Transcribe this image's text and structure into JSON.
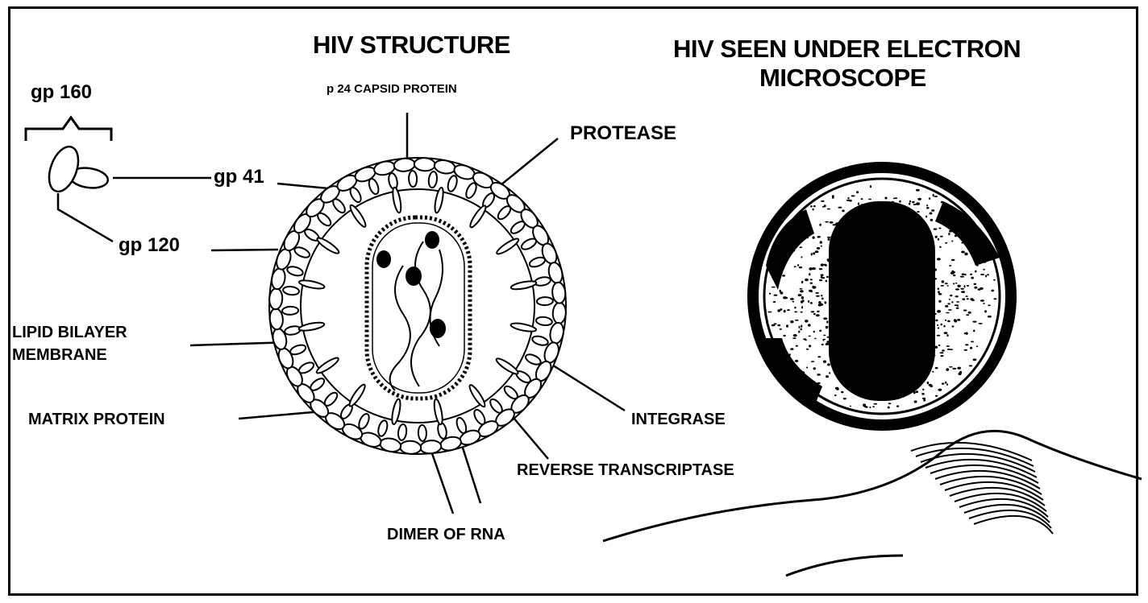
{
  "titles": {
    "structure": "HIV STRUCTURE",
    "em_line1": "HIV SEEN UNDER ELECTRON",
    "em_line2": "MICROSCOPE"
  },
  "labels": {
    "gp160": "gp 160",
    "gp41": "gp 41",
    "gp120": "gp 120",
    "p24": "p 24 CAPSID PROTEIN",
    "protease": "PROTEASE",
    "lipid1": "LIPID BILAYER",
    "lipid2": "MEMBRANE",
    "matrix": "MATRIX PROTEIN",
    "integrase": "INTEGRASE",
    "rt": "REVERSE TRANSCRIPTASE",
    "rna": "DIMER OF RNA"
  },
  "colors": {
    "ink": "#000000",
    "paper": "#ffffff"
  }
}
